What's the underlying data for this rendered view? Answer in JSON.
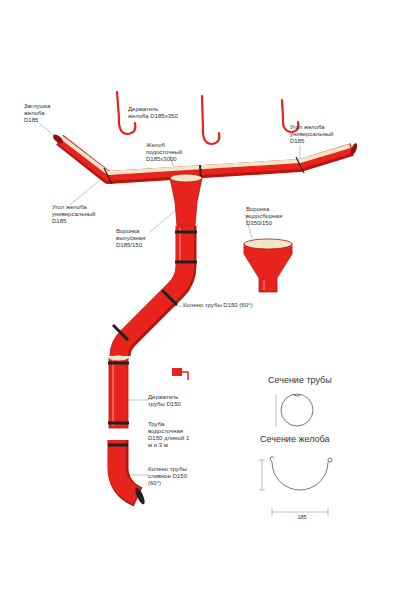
{
  "diagram": {
    "labels": [
      "Заглушка желоба D185",
      "Держатель желоба D185x350",
      "Желоб подосточный D185x3000",
      "Угол желоба универсальный D185",
      "Угол желоба универсальный D185",
      "Воронка водосборная D350/150",
      "Воронка выпускная D185/150",
      "Колено трубы D150 (60°)",
      "Держатель трубы D150",
      "Труба водосточная D150 длиной 1 м и 3 м",
      "Колено трубы сливное D150 (60°)",
      "Сечение трубы",
      "Сечение желоба",
      "185"
    ]
  }
}
